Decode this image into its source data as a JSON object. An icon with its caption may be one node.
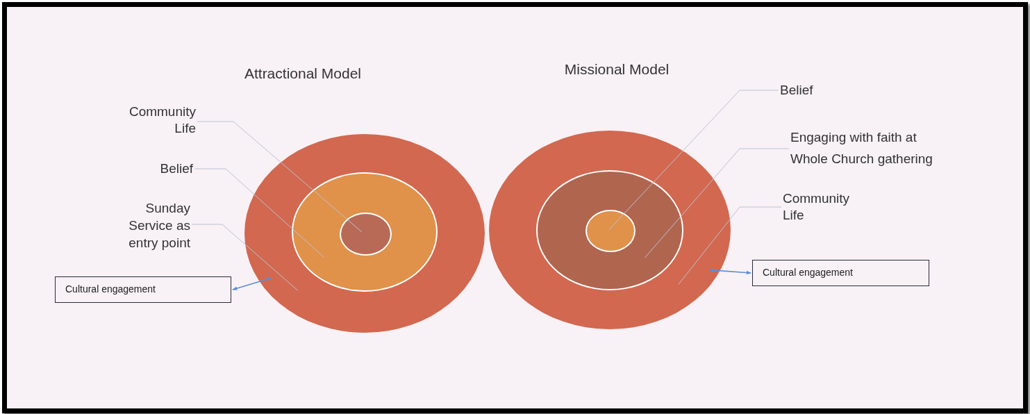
{
  "diagram": {
    "nodes": [
      {
        "text": [],
        "shape": "circle"
      },
      {
        "text": [],
        "shape": "circle",
        "in": 0
      },
      {
        "text": [],
        "shape": "circle",
        "in": 1
      },
      {
        "text": [
          "Community Life"
        ]
      },
      {
        "text": [
          "Belief"
        ]
      },
      {
        "text": [
          "Sunday Service as entry point"
        ]
      },
      {
        "text": [
          "Cultural engagement"
        ]
      },
      {
        "text": [],
        "shape": "circle"
      },
      {
        "text": [],
        "shape": "circle",
        "in": 7
      },
      {
        "text": [],
        "shape": "circle",
        "in": 8
      },
      {
        "text": [
          "Belief"
        ]
      },
      {
        "text": [
          "Engaging with faith at Whole Church gathering"
        ]
      },
      {
        "text": [
          "Community Life"
        ]
      },
      {
        "text": [
          "Cultural engagement"
        ]
      }
    ],
    "edges": [
      {
        "from": 3,
        "to": 2,
        "arrow": "none"
      },
      {
        "from": 4,
        "to": 1,
        "arrow": "none"
      },
      {
        "from": 5,
        "to": 0,
        "arrow": "none"
      },
      {
        "from": 6,
        "to": 0,
        "arrow": "both",
        "color": "#5b8fd6"
      },
      {
        "from": 10,
        "to": 9,
        "arrow": "none"
      },
      {
        "from": 11,
        "to": 8,
        "arrow": "none"
      },
      {
        "from": 12,
        "to": 7,
        "arrow": "none"
      },
      {
        "from": 7,
        "to": 13,
        "arrow": "both",
        "color": "#5b8fd6"
      }
    ],
    "labels": [
      "Attractional Model",
      "Missional Model"
    ]
  }
}
